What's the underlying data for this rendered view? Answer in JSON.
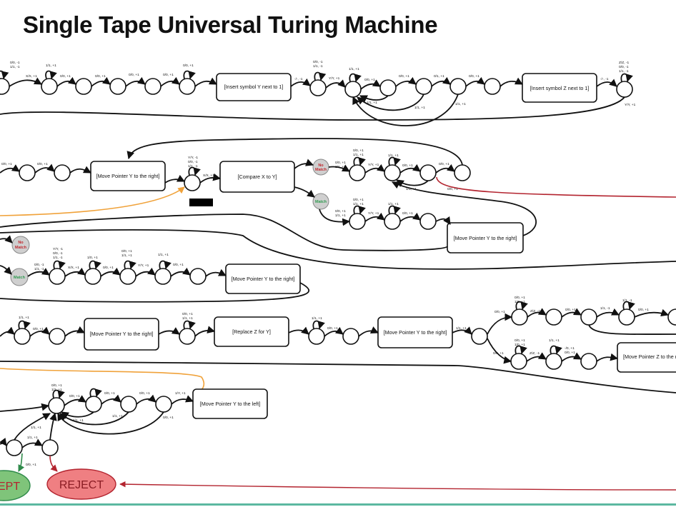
{
  "title": "Single Tape Universal Turing Machine",
  "colors": {
    "accept_fill": "#7fc47a",
    "reject_fill": "#ef7f82",
    "no_match_text": "#c0272d",
    "match_text": "#2e9b4f",
    "pill_fill": "#cfcfcf",
    "orange_edge": "#f0a23a",
    "red_edge": "#b3242f",
    "green_edge": "#2f8a4a",
    "footer_line": "#5cb8a0"
  },
  "boxes": {
    "insert_y": "[Insert symbol Y next to 1]",
    "insert_z": "[Insert symbol  Z next to 1]",
    "move_y_right_a": "[Move Pointer Y to the right]",
    "compare_xy": "[Compare X to Y]",
    "move_y_right_b": "[Move Pointer Y to the right]",
    "move_y_right_c": "[Move Pointer Y to the right]",
    "move_y_right_d": "[Move Pointer Y to the right]",
    "replace_z": "[Replace Z for Y]",
    "move_y_right_e": "[Move Pointer Y to the right]",
    "move_z_right": "[Move Pointer Z to the r",
    "move_y_left": "[Move Pointer Y to the left]"
  },
  "decisions": {
    "no_match_label_1": "No",
    "no_match_label_2": "Match",
    "match_label": "Match"
  },
  "terminals": {
    "accept": "EPT",
    "reject": "REJECT"
  },
  "edge_labels": {
    "l1": "0/0, -1",
    "l2": "1/1, -1",
    "l3": "X/X, +1",
    "l4": "1/1, +1",
    "l5": "0/0, +1",
    "l6": "0/0, +1",
    "l7": "0/0, +1",
    "l8": "0/0, +1",
    "l9": "-/-, -1",
    "l10": "0/0, -1",
    "l11": "1/1, -1",
    "l12": "Y/Y, +1",
    "l13": "1/1, +1",
    "l14": "0/0, +1",
    "l15": "0/0, +1",
    "l16": "0/1, +1",
    "l17": "0/0, +1",
    "l18": "1/1, +1",
    "l19": "1/1, +1",
    "l20": "1/1, +1",
    "l21": "-/-, -1",
    "l22": "Z/Z, -1",
    "l23": "0/0, -1",
    "l24": "1/1, -1",
    "l25": "Y/Y, +1",
    "l26": "0/0, +1",
    "l27": "0/0, +1",
    "l28": "Y/Y, -1",
    "l29": "0/0, -1",
    "l30": "1/1, -1",
    "l31": "X/X, +1",
    "l32": "0/0, +1",
    "l33": "1/1, +1",
    "l34": "Y/Y, +1",
    "l35": "1/1, +1",
    "l36": "0/0, +1",
    "l37": "0/0, +1",
    "l38": "1/1, +1",
    "l39": "0/0, +1",
    "l40": "0/0, +1",
    "l41": "1/1, +1",
    "l42": "Y/Y, +1",
    "l43": "1/1, +1",
    "l44": "0/0, +1",
    "l45": "0/0, -1",
    "l46": "1/1, -1",
    "l47": "Y/Y, -1",
    "l48": "0/0, -1",
    "l49": "1/1, -1",
    "l50": "X/X, +1",
    "l51": "1/0, +1",
    "l52": "0/0, +1",
    "l53": "0/0, +1",
    "l54": "1/1, +1",
    "l55": "Y/Y, +1",
    "l56": "1/1, +1",
    "l57": "0/0, +1",
    "l58": "1/1, +1",
    "l59": "0/0, +1",
    "l60": "0/0, +1",
    "l61": "1/1, +1",
    "l62": "0/0, +1",
    "l63": "0/0, +1",
    "l64": "1/1, +1",
    "l65": "0/0, +1",
    "l66": "0/0, +1",
    "l67": "1/1, +1",
    "l68": "Z/Z, -1",
    "l69": "0/0, +1",
    "l70": "1/1, -1",
    "l71": "1/1, -1",
    "l72": "0/0, +1",
    "l73": "0/0, +1",
    "l74": "1/0, +1",
    "l75": "Z/Z, -1",
    "l76": "1/1, +1",
    "l77": "-/0, +1",
    "l78": "0/0, +1",
    "l79": "0/0, +1",
    "l80": "1/1, +1",
    "l81": "0/0, +1",
    "l82": "0/0, +1",
    "l83": "1/1, +1",
    "l84": "1/Y, +1",
    "l85": "1/1, +1",
    "l86": "1/1, +1",
    "l87": "0/0, +1",
    "l88": "1/1, +1",
    "l89": "0/0, +1"
  }
}
